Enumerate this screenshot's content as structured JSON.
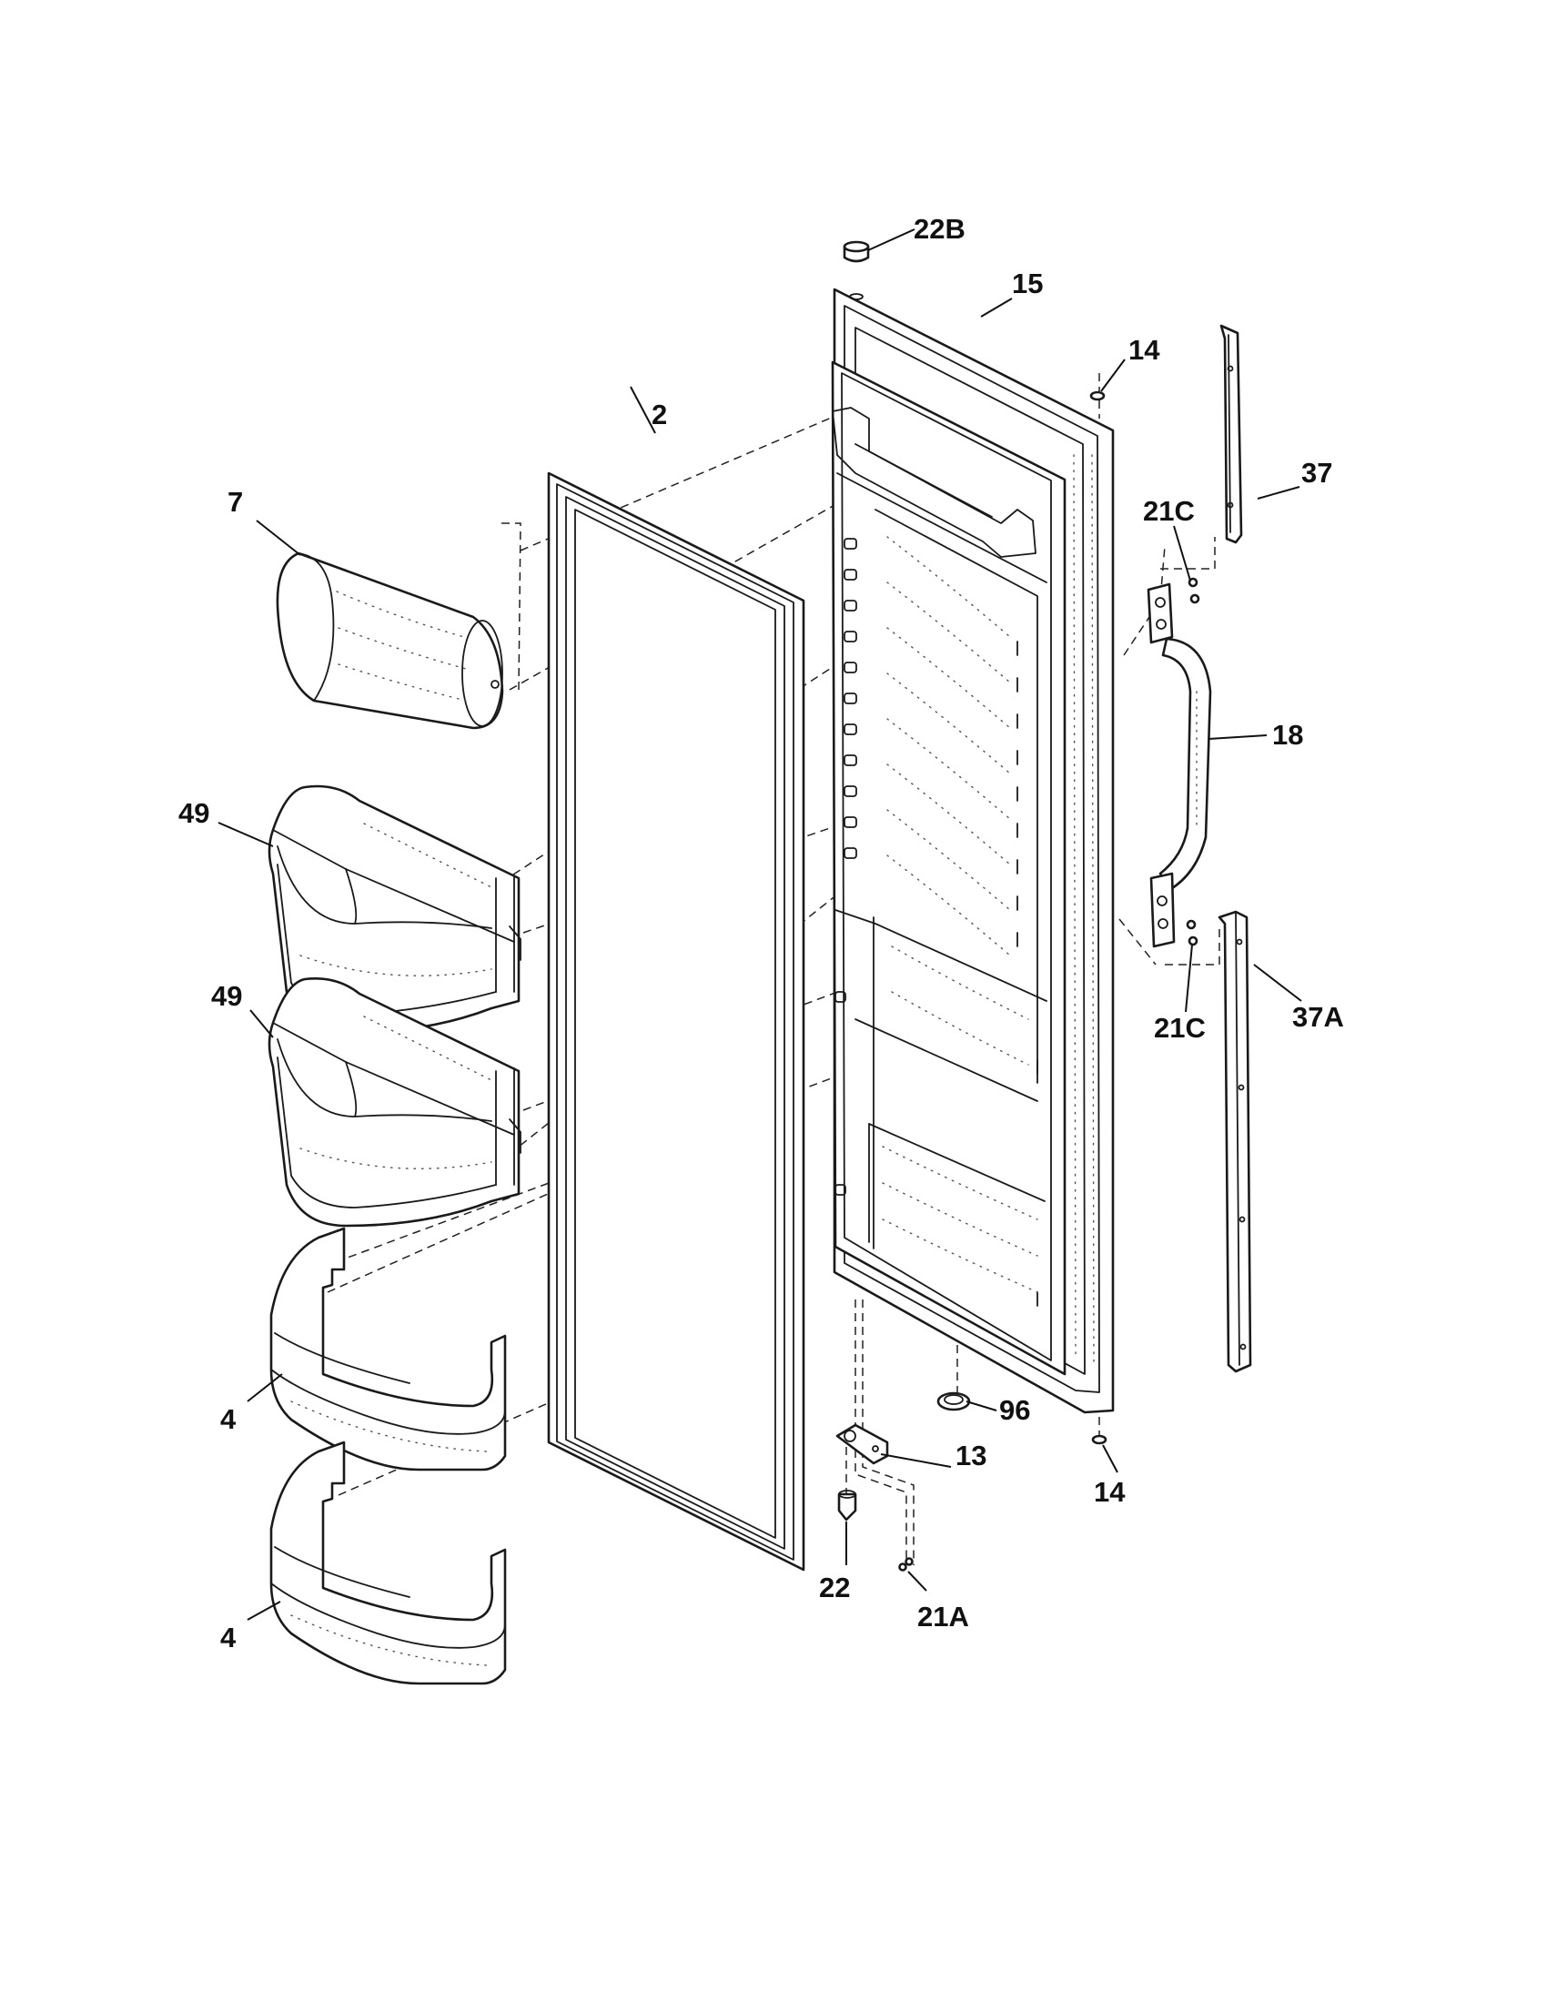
{
  "callouts": {
    "c22B": "22B",
    "c15": "15",
    "c14_top": "14",
    "c2": "2",
    "c7": "7",
    "c21C_top": "21C",
    "c37": "37",
    "c18": "18",
    "c49_upper": "49",
    "c49_lower": "49",
    "c21C_bottom": "21C",
    "c37A": "37A",
    "c4_upper": "4",
    "c4_lower": "4",
    "c96": "96",
    "c13": "13",
    "c14_bottom": "14",
    "c22": "22",
    "c21A": "21A"
  }
}
